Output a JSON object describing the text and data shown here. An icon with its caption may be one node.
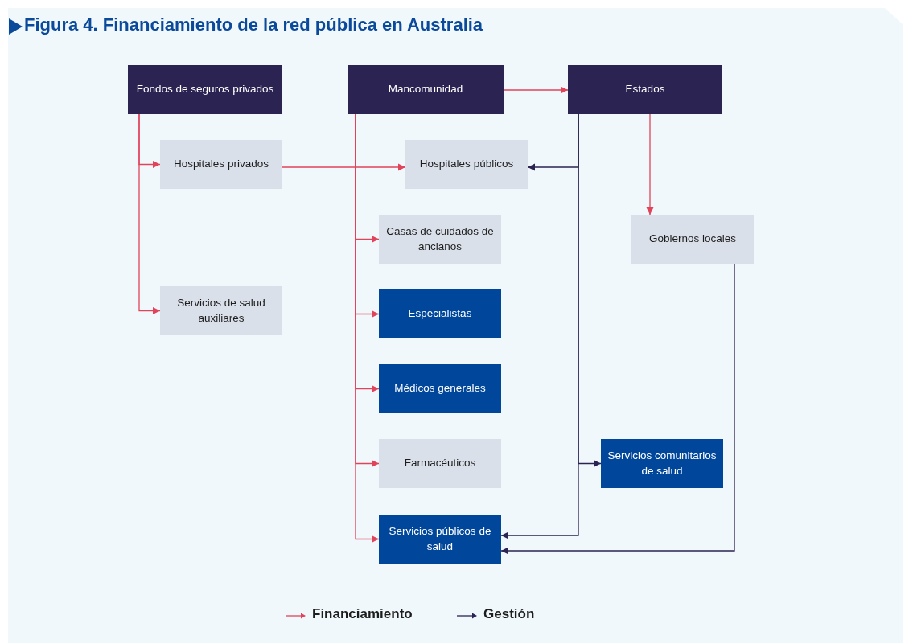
{
  "diagram": {
    "title": "Figura 4. Financiamiento de la red pública en Australia",
    "nodes": [
      {
        "text": [
          "Fondos de seguros privados"
        ]
      },
      {
        "text": [
          "Mancomunidad"
        ]
      },
      {
        "text": [
          "Estados"
        ]
      },
      {
        "text": [
          "Hospitales privados"
        ]
      },
      {
        "text": [
          "Hospitales públicos"
        ]
      },
      {
        "text": [
          "Casas de cuidados de ancianos"
        ]
      },
      {
        "text": [
          "Gobiernos locales"
        ]
      },
      {
        "text": [
          "Servicios de salud auxiliares"
        ]
      },
      {
        "text": [
          "Especialistas"
        ]
      },
      {
        "text": [
          "Médicos generales"
        ]
      },
      {
        "text": [
          "Farmacéuticos"
        ]
      },
      {
        "text": [
          "Servicios comunitarios de salud"
        ]
      },
      {
        "text": [
          "Servicios públicos de salud"
        ]
      }
    ],
    "edges": [
      {
        "from": 0,
        "to": 3,
        "arrow": "to"
      },
      {
        "from": 0,
        "to": 7,
        "arrow": "to"
      },
      {
        "from": 1,
        "to": 2,
        "arrow": "to"
      },
      {
        "from": 3,
        "to": 4,
        "arrow": "to"
      },
      {
        "from": 1,
        "to": 5,
        "arrow": "to"
      },
      {
        "from": 1,
        "to": 8,
        "arrow": "to"
      },
      {
        "from": 1,
        "to": 9,
        "arrow": "to"
      },
      {
        "from": 1,
        "to": 10,
        "arrow": "to"
      },
      {
        "from": 1,
        "to": 12,
        "arrow": "to"
      },
      {
        "from": 2,
        "to": 6,
        "arrow": "to"
      },
      {
        "from": 2,
        "to": 4,
        "arrow": "to",
        "color": "#2b2352"
      },
      {
        "from": 2,
        "to": 11,
        "arrow": "to",
        "color": "#2b2352"
      },
      {
        "from": 2,
        "to": 12,
        "arrow": "to",
        "color": "#2b2352"
      },
      {
        "from": 6,
        "to": 12,
        "arrow": "to",
        "color": "#2b2352"
      }
    ],
    "legend": [
      {
        "text": "Financiamiento"
      },
      {
        "text": "Gestión"
      }
    ]
  }
}
